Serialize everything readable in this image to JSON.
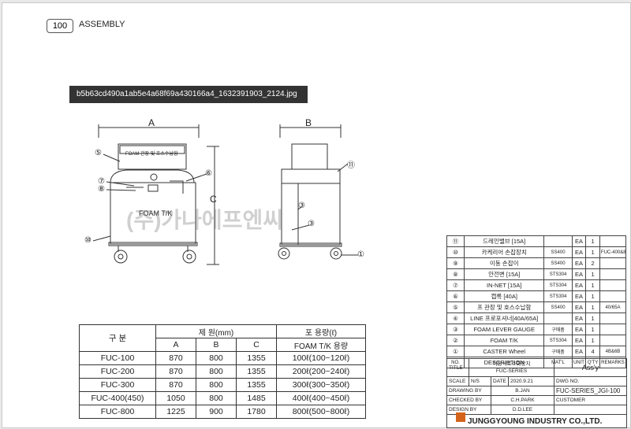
{
  "header": {
    "tag": "100",
    "title": "ASSEMBLY"
  },
  "file_label": "b5b63cd490a1ab5e4a68f69a430166a4_1632391903_2124.jpg",
  "drawing": {
    "front_dim": "A",
    "side_dim": "B",
    "height_dim": "C",
    "panel_text": "FOAM 관장 및 호스수납함",
    "tank_label": "FOAM T/K",
    "watermark": "(주)가나에프엔씨",
    "balloons": [
      "⑤",
      "⑦",
      "⑧",
      "⑥",
      "③",
      "⑩",
      "⑪",
      "③",
      "①"
    ]
  },
  "spec_table": {
    "header_gubun": "구 분",
    "header_size": "제 원(mm)",
    "header_capacity": "포 용량(ℓ)",
    "col_a": "A",
    "col_b": "B",
    "col_c": "C",
    "col_foam": "FOAM T/K 용량",
    "rows": [
      [
        "FUC-100",
        "870",
        "800",
        "1355",
        "100ℓ(100~120ℓ)"
      ],
      [
        "FUC-200",
        "870",
        "800",
        "1355",
        "200ℓ(200~240ℓ)"
      ],
      [
        "FUC-300",
        "870",
        "800",
        "1355",
        "300ℓ(300~350ℓ)"
      ],
      [
        "FUC-400(450)",
        "1050",
        "800",
        "1485",
        "400ℓ(400~450ℓ)"
      ],
      [
        "FUC-800",
        "1225",
        "900",
        "1780",
        "800ℓ(500~800ℓ)"
      ]
    ]
  },
  "parts_list": {
    "rows": [
      [
        "⑪",
        "드레인밸브 [15A]",
        "",
        "EA",
        "1",
        ""
      ],
      [
        "⑩",
        "카케리어 손잡장치",
        "SS400",
        "EA",
        "1",
        "FUC-400&800"
      ],
      [
        "⑨",
        "이동 손잡이",
        "SS400",
        "EA",
        "2",
        ""
      ],
      [
        "⑧",
        "안전변 [15A]",
        "STS304",
        "EA",
        "1",
        ""
      ],
      [
        "⑦",
        "IN-NET [15A]",
        "STS304",
        "EA",
        "1",
        ""
      ],
      [
        "⑥",
        "캡록 [40A]",
        "STS304",
        "EA",
        "1",
        ""
      ],
      [
        "⑤",
        "프 관장 및 호스수납함",
        "SS400",
        "EA",
        "1",
        "40/65A"
      ],
      [
        "④",
        "LINE 프로포셔너[40A/65A]",
        "",
        "EA",
        "1",
        ""
      ],
      [
        "③",
        "FOAM LEVER GAUGE",
        "구매품",
        "EA",
        "1",
        ""
      ],
      [
        "②",
        "FOAM T/K",
        "STS304",
        "EA",
        "1",
        ""
      ],
      [
        "①",
        "CASTER Wheel",
        "구매품",
        "EA",
        "4",
        "4B&6B"
      ]
    ],
    "header": [
      "NO.",
      "DESCRIPTION",
      "MAT'L",
      "UNIT",
      "Q'TY",
      "REMARKS"
    ]
  },
  "title_block": {
    "title_label": "TITLE",
    "title_value_1": "이동식포소화장치",
    "title_value_2": "FUC-SERIES",
    "title_assy": "Ass'y",
    "scale_label": "SCALE",
    "scale_value": "N/S",
    "date_label": "DATE",
    "date_value": "2020.9.21",
    "dwg_label": "DWG NO.",
    "dwg_value": "FUC-SERIES_JGI-100",
    "drawn_label": "DRAWING BY",
    "drawn_value": "B.JAN",
    "checked_label": "CHECKED BY",
    "checked_value": "C.H.PARK",
    "customer_label": "CUSTOMER",
    "design_label": "DESIGN BY",
    "design_value": "D.D.LEE",
    "company": "JUNGGYOUNG INDUSTRY CO.,LTD."
  }
}
